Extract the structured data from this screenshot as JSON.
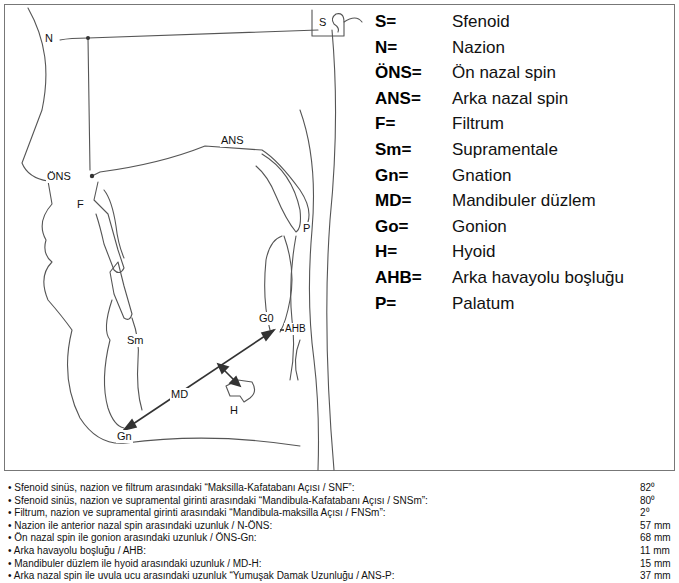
{
  "diagram": {
    "labels": [
      "S",
      "N",
      "ÖNS",
      "F",
      "ANS",
      "P",
      "G0",
      "AHB",
      "Sm",
      "MD",
      "H",
      "Gn",
      "S=",
      "Sfenoid",
      "N=",
      "Nazion",
      "ÖNS=",
      "Ön nazal spin",
      "ANS=",
      "Arka nazal spin",
      "F=",
      "Filtrum",
      "Sm=",
      "Supramentale",
      "Gn=",
      "Gnation",
      "MD=",
      "Mandibuler düzlem",
      "Go=",
      "Gonion",
      "H=",
      "Hyoid",
      "AHB=",
      "Arka havayolu boşluğu",
      "P=",
      "Palatum",
      "• Sfenoid sinüs, nazion ve filtrum arasındaki “Maksilla-Kafatabanı Açısı / SNF”:",
      "82⁰",
      "• Sfenoid sinüs, nazion ve supramental girinti arasındaki “Mandibula-Kafatabanı Açısı / SNSm”:",
      "80⁰",
      "• Filtrum, nazion ve supramental girinti arasındaki “Mandibula-maksilla Açısı / FNSm”:",
      "2⁰",
      "• Nazion ile anterior nazal spin arasındaki uzunluk / N-ÖNS:",
      "57 mm",
      "• Ön nazal spin ile gonion arasındaki uzunluk / ÖNS-Gn:",
      "68 mm",
      "• Arka havayolu boşluğu / AHB:",
      "11 mm",
      "• Mandibuler düzlem ile hyoid arasındaki uzunluk / MD-H:",
      "15 mm",
      "• Arka nazal spin ile uvula ucu arasındaki uzunluk “Yumuşak Damak Uzunluğu / ANS-P:",
      "37 mm"
    ]
  }
}
